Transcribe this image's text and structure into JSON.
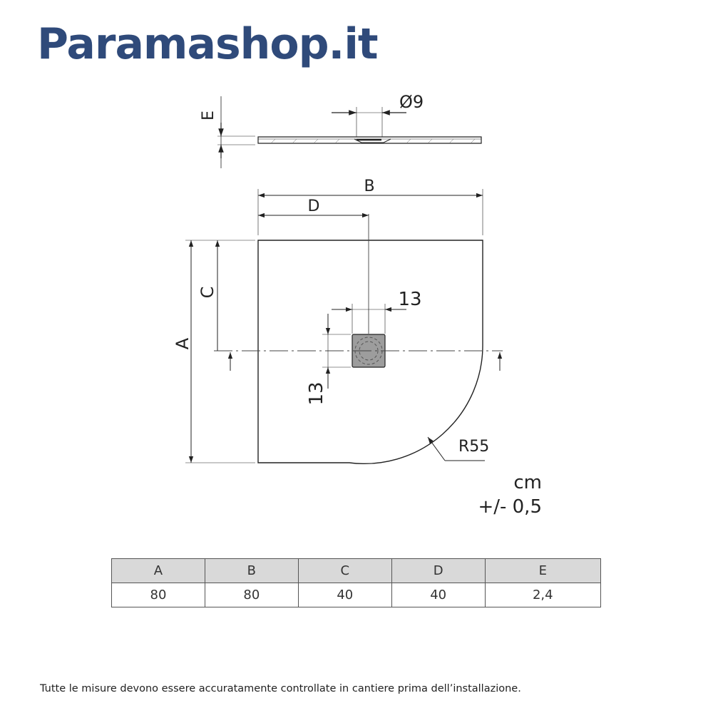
{
  "brand": {
    "name": "Paramashop.it",
    "color": "#2f4a7a"
  },
  "drawing": {
    "labels": {
      "drain_diameter": "Ø9",
      "thickness": "E",
      "width": "B",
      "drain_x": "D",
      "drain_y": "C",
      "length": "A",
      "drain_w": "13",
      "drain_h": "13",
      "radius": "R55"
    },
    "units": "cm",
    "tolerance": "+/- 0,5"
  },
  "table": {
    "headers": [
      "A",
      "B",
      "C",
      "D",
      "E"
    ],
    "values": [
      "80",
      "80",
      "40",
      "40",
      "2,4"
    ]
  },
  "footnote": "Tutte le misure devono essere accuratamente controllate in cantiere prima dell’installazione."
}
